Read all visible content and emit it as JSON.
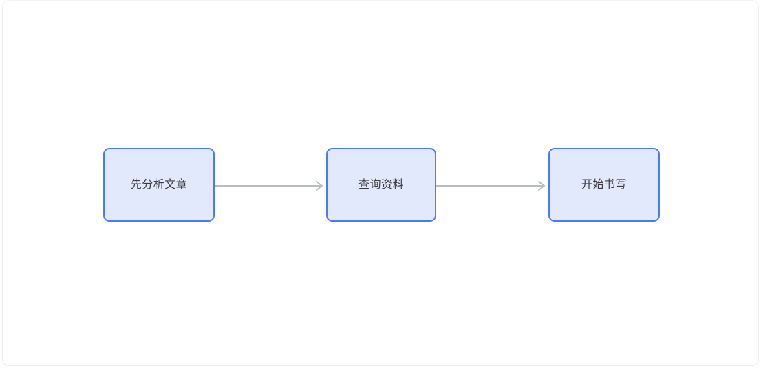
{
  "diagram": {
    "type": "flowchart",
    "orientation": "horizontal",
    "canvas": {
      "background_color": "#ffffff",
      "border_color": "#ededef"
    },
    "node_style": {
      "fill_color": "#e2e9fd",
      "border_color": "#4a7bf7",
      "text_color": "#3b3b3d"
    },
    "edge_style": {
      "line_color": "#b8bcc4",
      "arrowhead": "open-chevron"
    },
    "nodes": [
      {
        "id": "node-0",
        "label": "先分析文章"
      },
      {
        "id": "node-1",
        "label": "查询资料"
      },
      {
        "id": "node-2",
        "label": "开始书写"
      }
    ],
    "edges": [
      {
        "id": "edge-0",
        "from": "node-0",
        "to": "node-1",
        "label": ""
      },
      {
        "id": "edge-1",
        "from": "node-1",
        "to": "node-2",
        "label": ""
      }
    ]
  }
}
